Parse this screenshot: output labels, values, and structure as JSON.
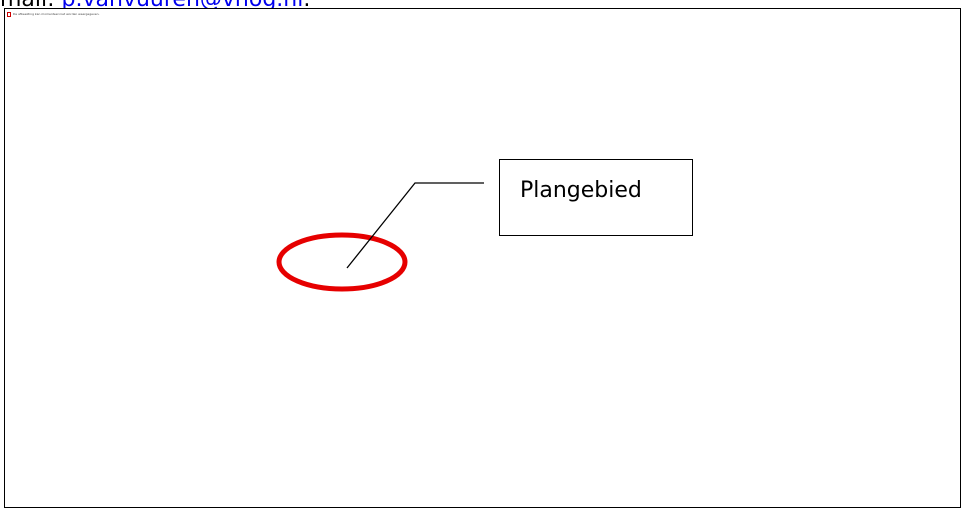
{
  "header": {
    "prefix": "mail: ",
    "email": "p.vanvuuren@vhog.nl",
    "suffix": "."
  },
  "image": {
    "notice": "De afbeelding kan momenteel niet worden weergegeven."
  },
  "annotation": {
    "label": "Plangebied",
    "circle_color": "#e60000"
  }
}
